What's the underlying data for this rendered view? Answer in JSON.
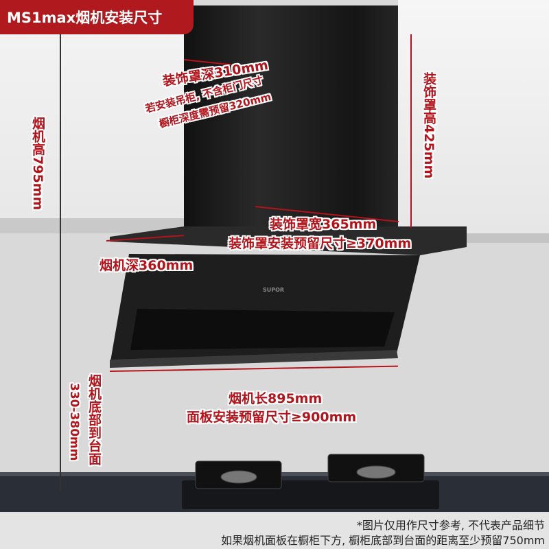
{
  "title": "MS1max烟机安装尺寸",
  "brand_logo": "SUPOR",
  "colors": {
    "accent": "#b01a1f",
    "hood": "#1c1c1c",
    "wall": "#d9d9d9",
    "cabinet": "#f2f2f2"
  },
  "labels": {
    "cover_depth": "装饰罩深310mm",
    "cabinet_note_1": "若安装吊柜, 不含柜门尺寸",
    "cabinet_note_2": "橱柜深度需预留320mm",
    "cover_height": "装饰罩高425mm",
    "hood_height": "烟机高795mm",
    "cover_width": "装饰罩宽365mm",
    "cover_reserve": "装饰罩安装预留尺寸≥370mm",
    "hood_depth": "烟机深360mm",
    "hood_length": "烟机长895mm",
    "panel_reserve": "面板安装预留尺寸≥900mm",
    "bottom_to_counter": "烟机底部到台面",
    "bottom_to_counter_value": "330-380mm"
  },
  "footer": {
    "note_1": "*图片仅用作尺寸参考, 不代表产品细节",
    "note_2": "如果烟机面板在橱柜下方, 橱柜底部到台面的距离至少预留750mm"
  }
}
